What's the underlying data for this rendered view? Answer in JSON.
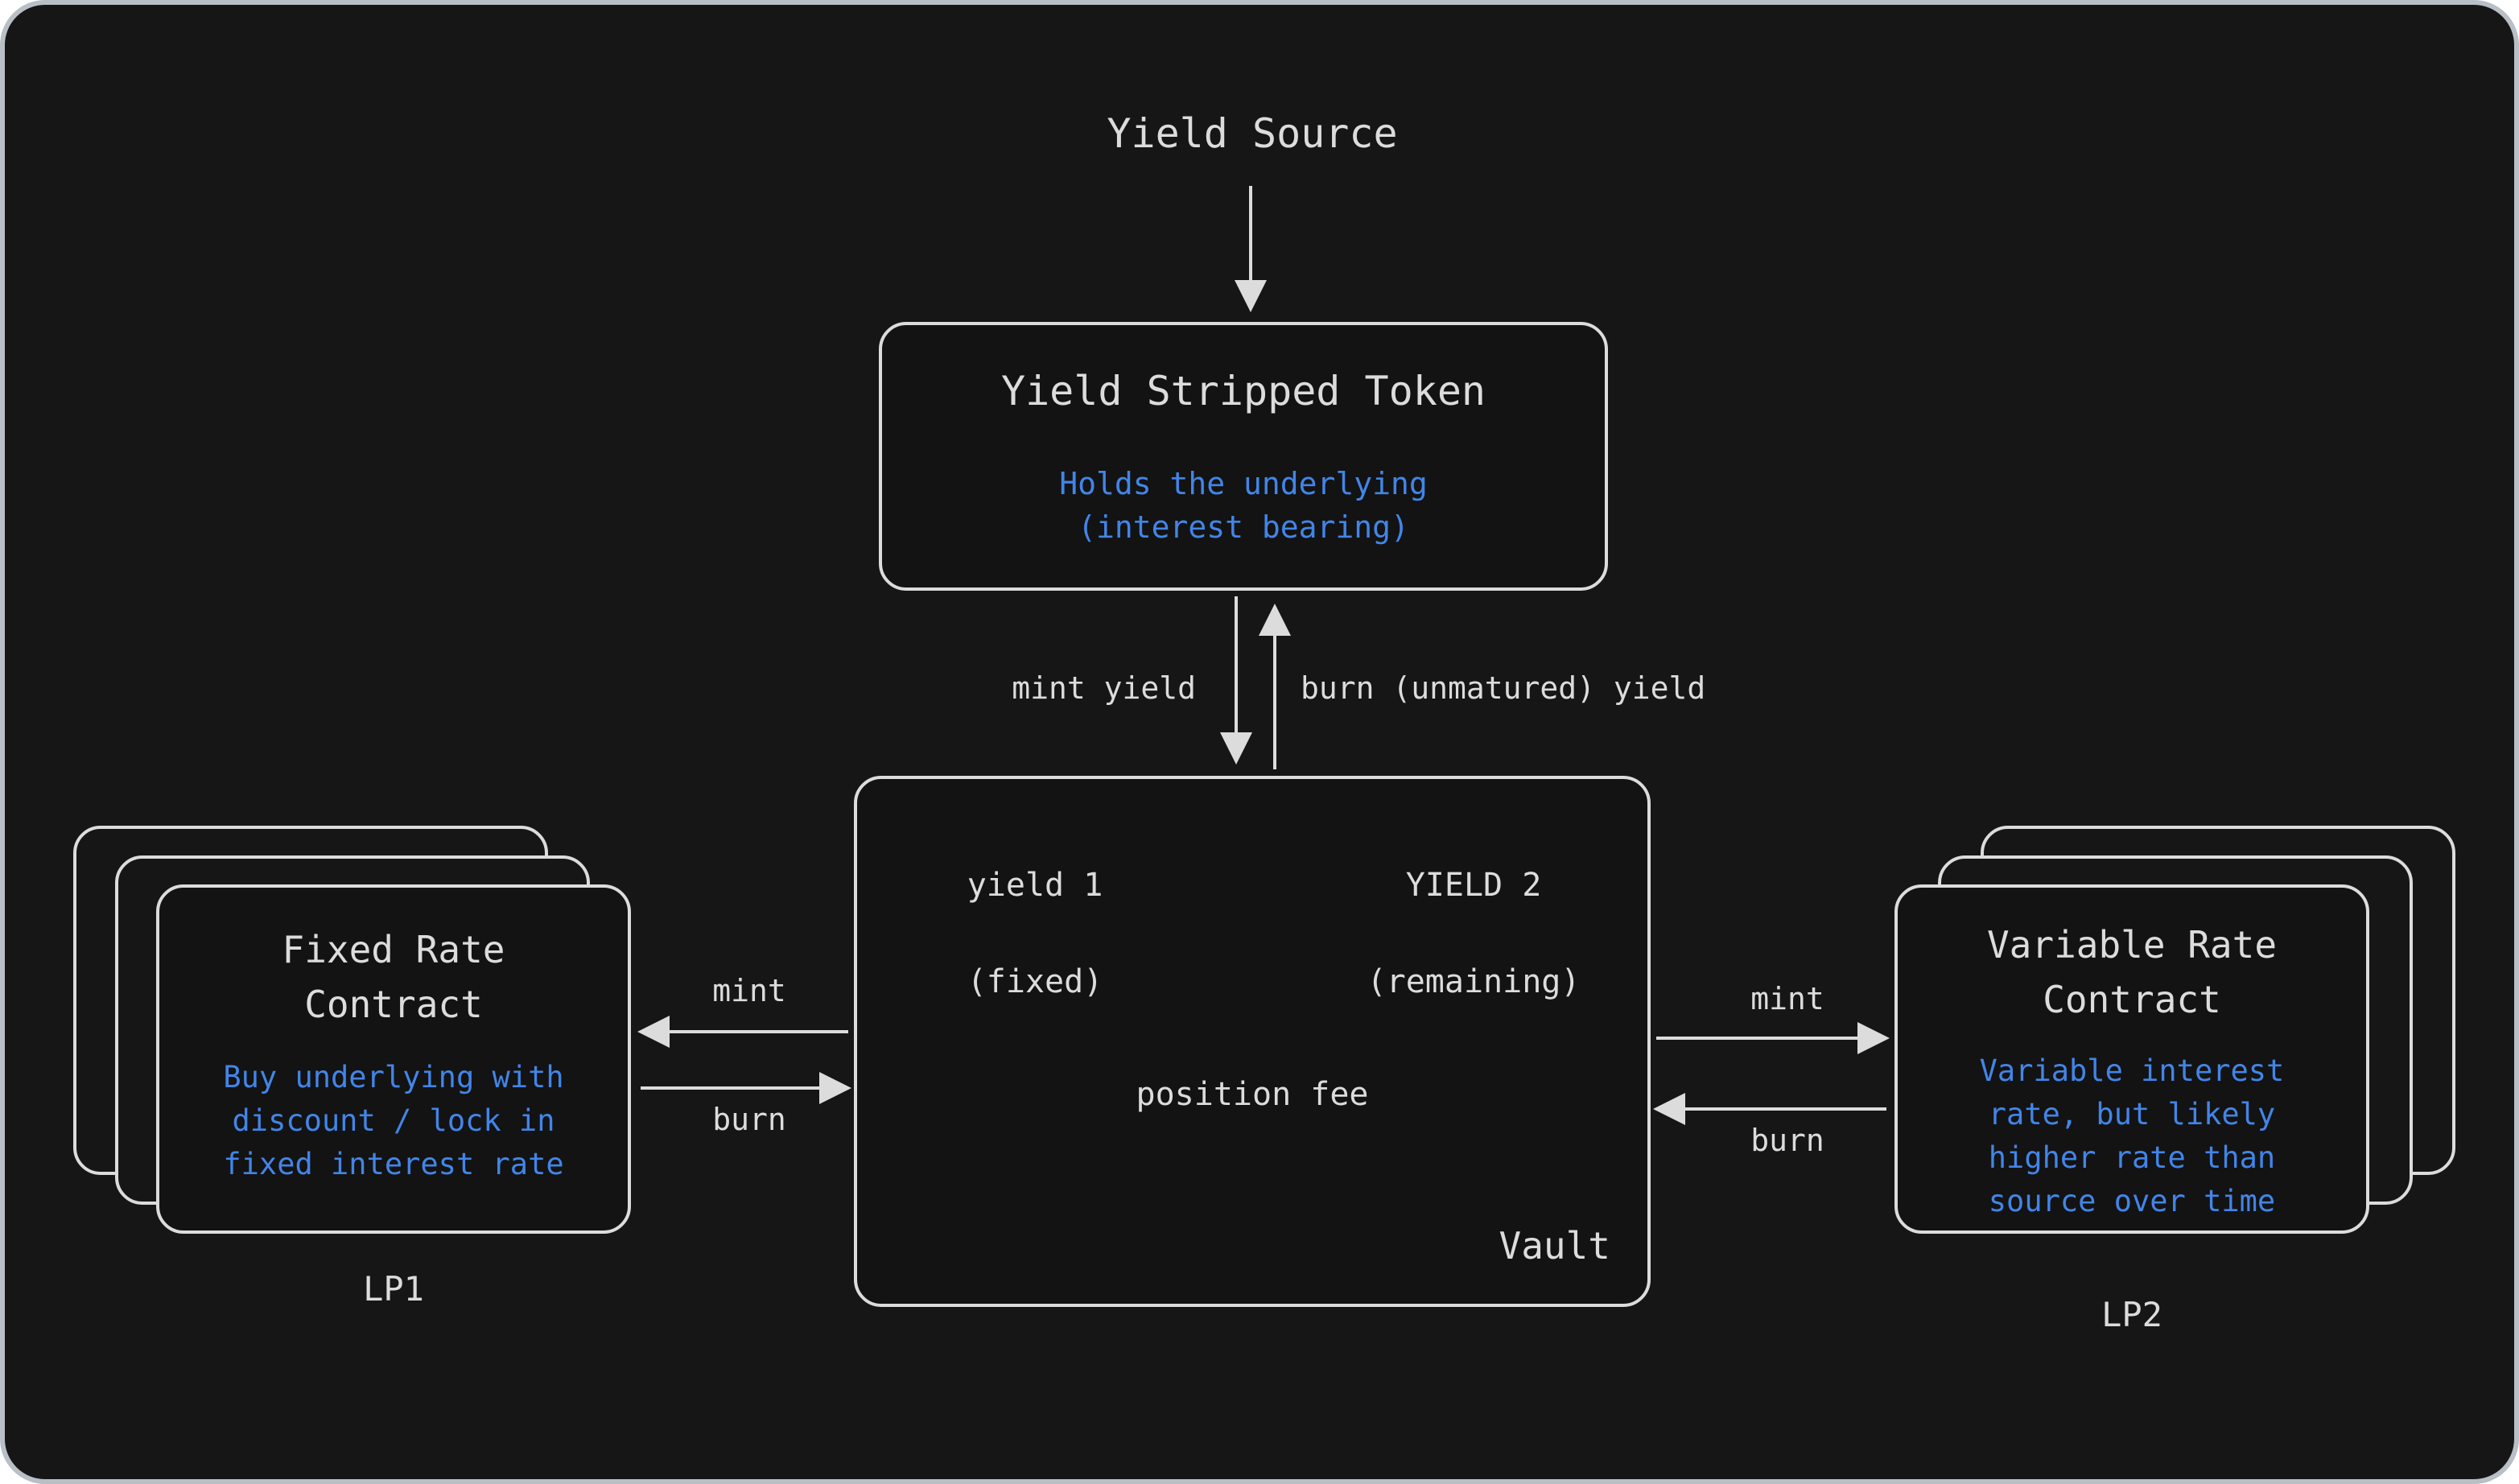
{
  "diagram": {
    "title": "Yield stripping vault architecture",
    "background_color": "#161616",
    "line_color": "#dcdcdc",
    "accent_color": "#4285e8"
  },
  "nodes": {
    "yield_source": {
      "label": "Yield Source"
    },
    "yield_stripped_token": {
      "title": "Yield Stripped Token",
      "note_line1": "Holds the underlying",
      "note_line2": "(interest bearing)"
    },
    "vault": {
      "label": "Vault",
      "yield1_label": "yield 1",
      "yield1_sub": "(fixed)",
      "yield2_label": "YIELD 2",
      "yield2_sub": "(remaining)",
      "position_fee_label": "position fee"
    },
    "fixed_rate_contract": {
      "title_line1": "Fixed Rate",
      "title_line2": "Contract",
      "note_line1": "Buy underlying with",
      "note_line2": "discount / lock in",
      "note_line3": "fixed interest rate",
      "stack_label": "LP1",
      "stack_count": 3
    },
    "variable_rate_contract": {
      "title_line1": "Variable Rate",
      "title_line2": "Contract",
      "note_line1": "Variable interest",
      "note_line2": "rate, but likely",
      "note_line3": "higher rate than",
      "note_line4": "source over time",
      "stack_label": "LP2",
      "stack_count": 3
    }
  },
  "edges": {
    "source_to_yst": {
      "label": ""
    },
    "yst_mint": {
      "label": "mint yield"
    },
    "yst_burn": {
      "label": "burn (unmatured) yield"
    },
    "left_mint": {
      "label": "mint"
    },
    "left_burn": {
      "label": "burn"
    },
    "right_mint": {
      "label": "mint"
    },
    "right_burn": {
      "label": "burn"
    }
  }
}
